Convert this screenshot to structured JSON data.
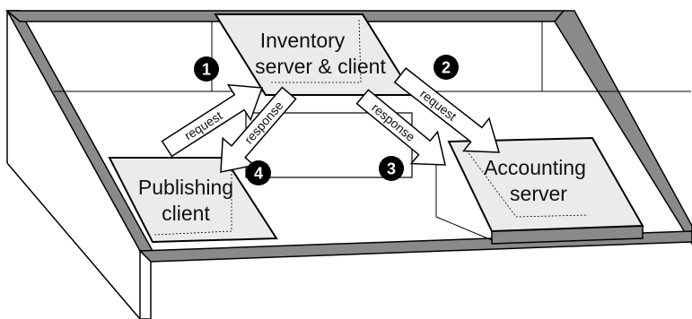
{
  "diagram": {
    "nodes": {
      "inventory": {
        "line1": "Inventory",
        "line2": "server & client"
      },
      "accounting": {
        "line1": "Accounting",
        "line2": "server"
      },
      "publishing": {
        "line1": "Publishing",
        "line2": "client"
      }
    },
    "arrows": {
      "inventory_to_publishing_request": "request",
      "inventory_to_publishing_response": "response",
      "inventory_to_accounting_request": "request",
      "inventory_to_accounting_response": "response"
    },
    "steps": {
      "one": "1",
      "two": "2",
      "three": "3",
      "four": "4"
    },
    "colors": {
      "wall": "#8a8a8a",
      "box_fill": "#ebebeb",
      "outline": "#000000",
      "badge": "#000000"
    }
  }
}
